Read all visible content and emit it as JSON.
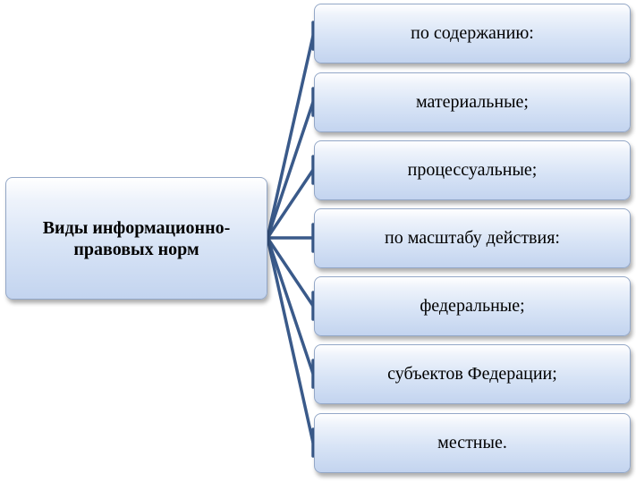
{
  "diagram": {
    "root": {
      "label": "Виды информационно-правовых норм"
    },
    "items": [
      {
        "label": "по содержанию:"
      },
      {
        "label": "материальные;"
      },
      {
        "label": "процессуальные;"
      },
      {
        "label": "по масштабу действия:"
      },
      {
        "label": "федеральные;"
      },
      {
        "label": "субъектов Федерации;"
      },
      {
        "label": "местные."
      }
    ]
  },
  "colors": {
    "connector": "#3a5a8a",
    "box_border": "#93a7c7",
    "box_fill_top": "#ffffff",
    "box_fill_bottom": "#c3d4ef",
    "text": "#000000"
  }
}
